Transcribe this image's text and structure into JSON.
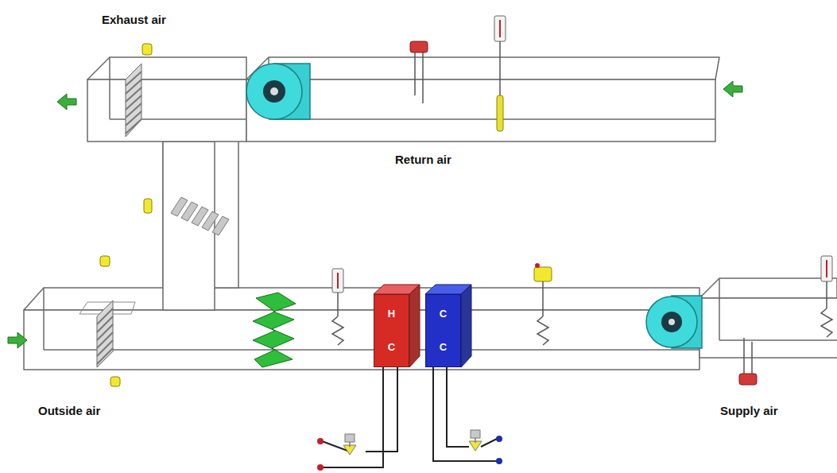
{
  "diagram": {
    "nodes": [
      {
        "text": [
          "H C"
        ]
      },
      {
        "text": [
          "C C"
        ]
      }
    ],
    "labels": [
      "Exhaust air",
      "Return air",
      "Outside air",
      "Supply air"
    ]
  }
}
